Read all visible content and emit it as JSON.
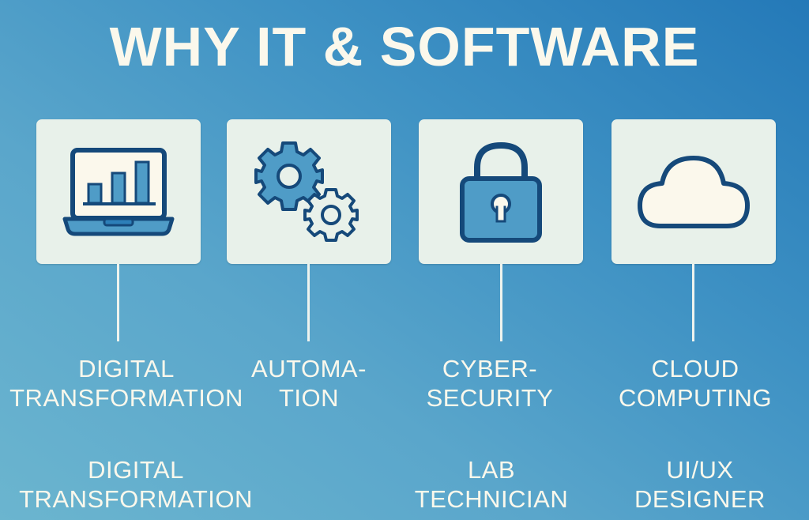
{
  "title": "WHY IT & SOFTWARE",
  "colors": {
    "background_start": "#6bb5cf",
    "background_end": "#2479b8",
    "card_bg": "#e8f1ea",
    "icon_stroke": "#15497a",
    "icon_fill": "#4f9cc7",
    "text": "#fbf8ec"
  },
  "cards": [
    {
      "icon": "laptop-chart-icon",
      "label_lines": [
        "DIGITAL",
        "TRANSFORMATION"
      ]
    },
    {
      "icon": "gears-icon",
      "label_lines": [
        "AUTOMA-",
        "TION"
      ]
    },
    {
      "icon": "padlock-icon",
      "label_lines": [
        "CYBER-",
        "SECURITY"
      ]
    },
    {
      "icon": "cloud-icon",
      "label_lines": [
        "CLOUD",
        "COMPUTING"
      ]
    }
  ],
  "careers": [
    {
      "column": 1,
      "label_lines": [
        "DIGITAL",
        "TRANSFORMATION"
      ]
    },
    {
      "column": 3,
      "label_lines": [
        "LAB",
        "TECHNICIAN"
      ]
    },
    {
      "column": 4,
      "label_lines": [
        "UI/UX",
        "DESIGNER"
      ]
    }
  ]
}
